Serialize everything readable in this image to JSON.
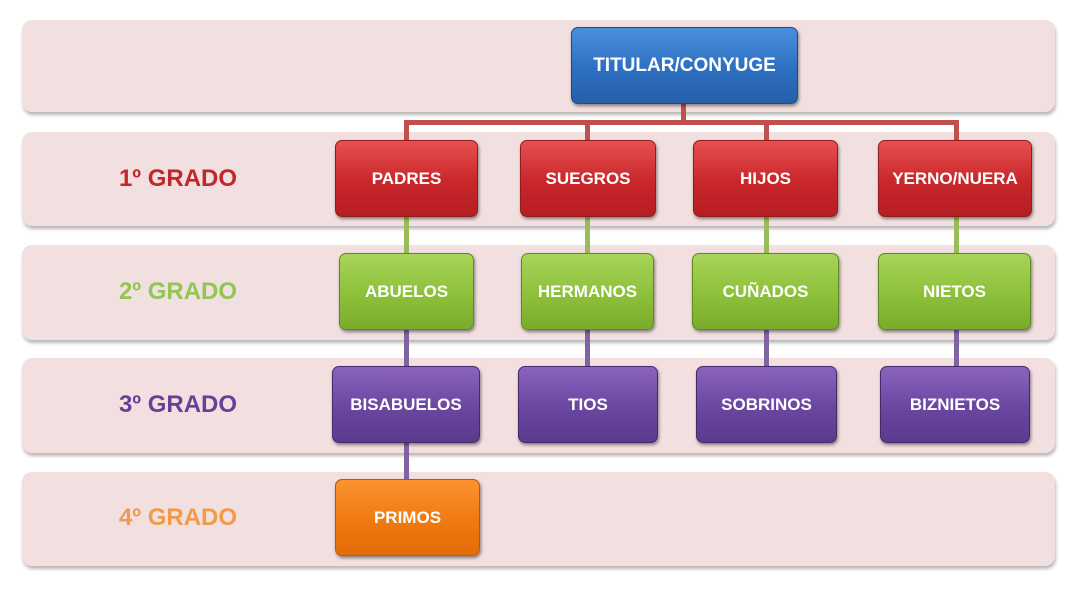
{
  "root": {
    "label": "TITULAR/CONYUGE"
  },
  "grades": [
    {
      "label": "1º GRADO",
      "color": "#c0282b",
      "items": [
        "PADRES",
        "SUEGROS",
        "HIJOS",
        "YERNO/NUERA"
      ]
    },
    {
      "label": "2º GRADO",
      "color": "#92c653",
      "items": [
        "ABUELOS",
        "HERMANOS",
        "CUÑADOS",
        "NIETOS"
      ]
    },
    {
      "label": "3º GRADO",
      "color": "#6b3f98",
      "items": [
        "BISABUELOS",
        "TIOS",
        "SOBRINOS",
        "BIZNIETOS"
      ]
    },
    {
      "label": "4º GRADO",
      "color": "#f29a4a",
      "items": [
        "PRIMOS"
      ]
    }
  ]
}
